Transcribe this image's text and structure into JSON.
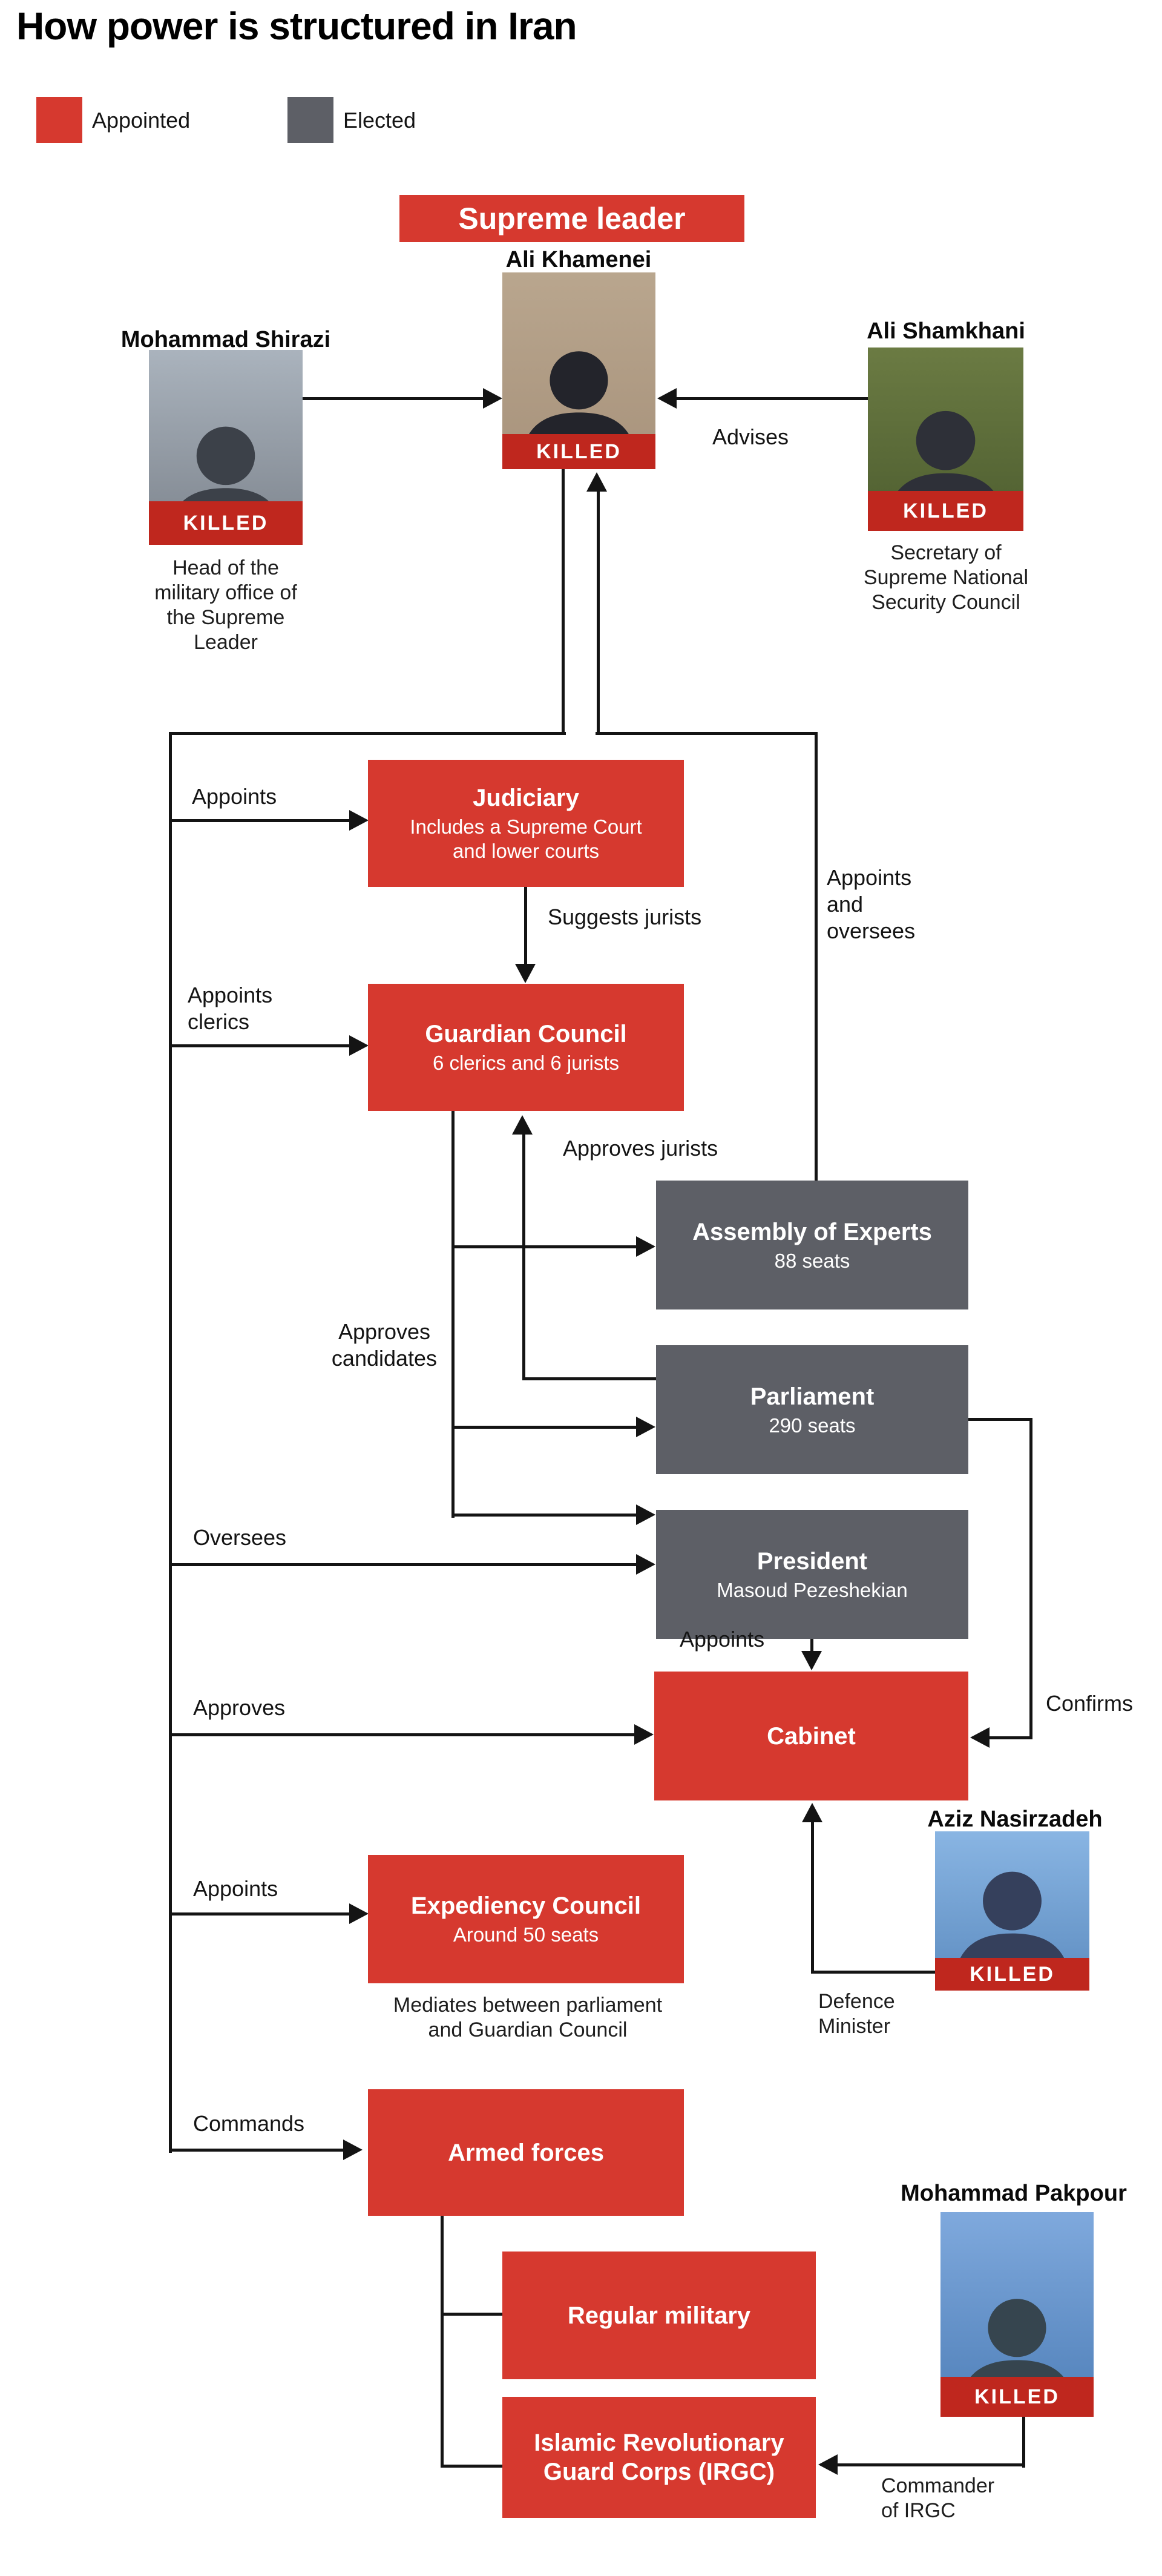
{
  "title": "How power is structured in Iran",
  "legend": {
    "appointed": "Appointed",
    "elected": "Elected",
    "appointed_color": "#d6392f",
    "elected_color": "#5d5f66"
  },
  "supreme_leader": {
    "banner": "Supreme leader",
    "name": "Ali Khamenei",
    "killed": "KILLED"
  },
  "people": {
    "shirazi": {
      "name": "Mohammad Shirazi",
      "killed": "KILLED",
      "role": [
        "Head of the",
        "military office of",
        "the Supreme",
        "Leader"
      ]
    },
    "shamkhani": {
      "name": "Ali Shamkhani",
      "killed": "KILLED",
      "role": [
        "Secretary of",
        "Supreme National",
        "Security Council"
      ]
    },
    "nasirzadeh": {
      "name": "Aziz Nasirzadeh",
      "killed": "KILLED",
      "role": [
        "Defence",
        "Minister"
      ]
    },
    "pakpour": {
      "name": "Mohammad Pakpour",
      "killed": "KILLED",
      "role": [
        "Commander",
        "of IRGC"
      ]
    }
  },
  "boxes": {
    "judiciary": {
      "title": "Judiciary",
      "sub": [
        "Includes a Supreme Court",
        "and lower courts"
      ]
    },
    "guardian": {
      "title": "Guardian Council",
      "sub": "6 clerics and 6 jurists"
    },
    "assembly": {
      "title": "Assembly of Experts",
      "sub": "88 seats"
    },
    "parliament": {
      "title": "Parliament",
      "sub": "290 seats"
    },
    "president": {
      "title": "President",
      "sub": "Masoud Pezeshekian"
    },
    "cabinet": {
      "title": "Cabinet"
    },
    "expediency": {
      "title": "Expediency Council",
      "sub": "Around 50 seats",
      "caption": [
        "Mediates between parliament",
        "and Guardian Council"
      ]
    },
    "armed_forces": {
      "title": "Armed forces"
    },
    "regular_military": {
      "title": "Regular military"
    },
    "irgc": {
      "title": [
        "Islamic Revolutionary",
        "Guard Corps (IRGC)"
      ]
    }
  },
  "edge_labels": {
    "advises": "Advises",
    "appoints_judiciary": "Appoints",
    "suggests_jurists": "Suggests jurists",
    "appoints_clerics": [
      "Appoints",
      "clerics"
    ],
    "approves_jurists": "Approves jurists",
    "appoints_and_oversees": [
      "Appoints",
      "and",
      "oversees"
    ],
    "approves_candidates": [
      "Approves",
      "candidates"
    ],
    "oversees": "Oversees",
    "approves": "Approves",
    "appoints_cabinet": "Appoints",
    "confirms": "Confirms",
    "appoints_expediency": "Appoints",
    "commands": "Commands"
  },
  "colors": {
    "box_red": "#d6392f",
    "box_gray": "#5d5f66",
    "killed_red": "#bf271e",
    "line": "#141414"
  }
}
